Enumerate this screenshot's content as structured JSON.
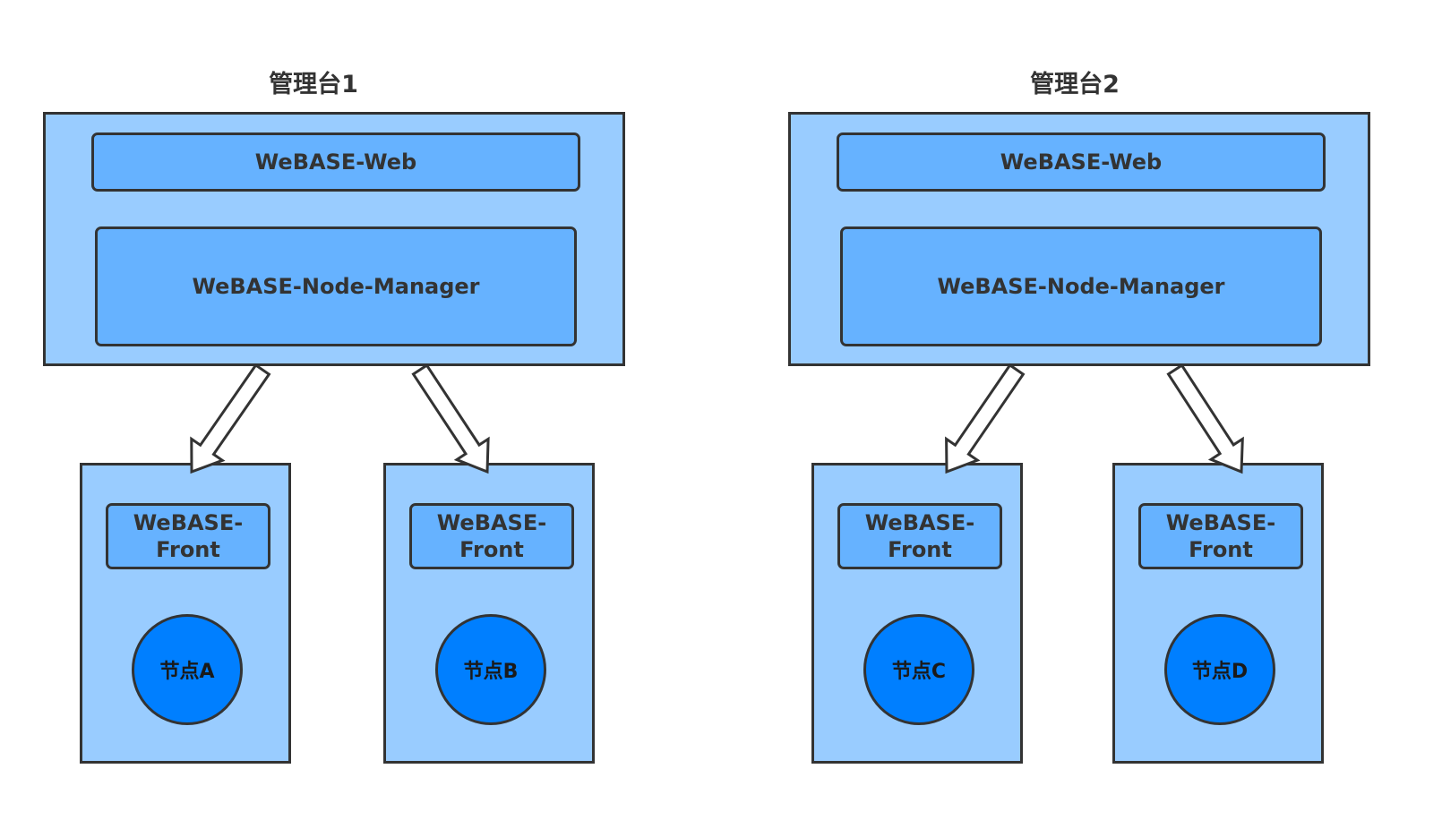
{
  "consoles": [
    {
      "title": "管理台1",
      "web": "WeBASE-Web",
      "manager": "WeBASE-Node-Manager"
    },
    {
      "title": "管理台2",
      "web": "WeBASE-Web",
      "manager": "WeBASE-Node-Manager"
    }
  ],
  "nodes": [
    {
      "front": "WeBASE-Front",
      "node": "节点A"
    },
    {
      "front": "WeBASE-Front",
      "node": "节点B"
    },
    {
      "front": "WeBASE-Front",
      "node": "节点C"
    },
    {
      "front": "WeBASE-Front",
      "node": "节点D"
    }
  ],
  "colors": {
    "outer_fill": "#99ccff",
    "inner_fill": "#66b2ff",
    "node_fill": "#007fff",
    "stroke": "#333333"
  }
}
